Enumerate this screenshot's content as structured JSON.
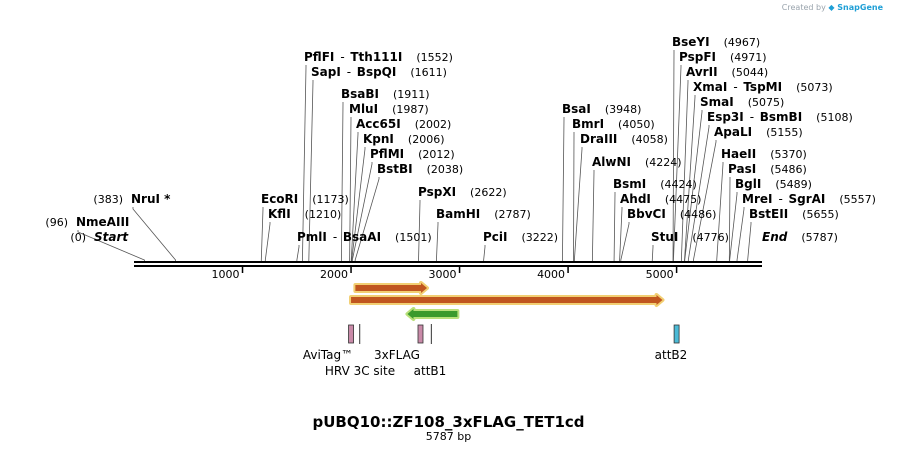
{
  "watermark": {
    "prefix": "Created by",
    "brand": "SnapGene"
  },
  "plasmid": {
    "name": "pUBQ10::ZF108_3xFLAG_TET1cd",
    "length_label": "5787 bp",
    "length": 5787
  },
  "ruler": {
    "ticks": [
      "1000",
      "2000",
      "3000",
      "4000",
      "5000"
    ]
  },
  "sites": [
    {
      "name": "Start",
      "pos_label": "(0)",
      "bp": 0,
      "italic": true
    },
    {
      "name": "NmeAIII",
      "pos_label": "(96)",
      "bp": 96
    },
    {
      "name": "NruI *",
      "pos_label": "(383)",
      "bp": 383
    },
    {
      "name": "EcoRI",
      "pos_label": "(1173)",
      "bp": 1173
    },
    {
      "name": "KflI",
      "pos_label": "(1210)",
      "bp": 1210
    },
    {
      "name": "PmlI",
      "name2": "BsaAI",
      "pos_label": "(1501)",
      "bp": 1501
    },
    {
      "name": "PflFI",
      "name2": "Tth111I",
      "pos_label": "(1552)",
      "bp": 1552
    },
    {
      "name": "SapI",
      "name2": "BspQI",
      "pos_label": "(1611)",
      "bp": 1611
    },
    {
      "name": "BsaBI",
      "pos_label": "(1911)",
      "bp": 1911
    },
    {
      "name": "MluI",
      "pos_label": "(1987)",
      "bp": 1987
    },
    {
      "name": "Acc65I",
      "pos_label": "(2002)",
      "bp": 2002
    },
    {
      "name": "KpnI",
      "pos_label": "(2006)",
      "bp": 2006
    },
    {
      "name": "PflMI",
      "pos_label": "(2012)",
      "bp": 2012
    },
    {
      "name": "BstBI",
      "pos_label": "(2038)",
      "bp": 2038
    },
    {
      "name": "PspXI",
      "pos_label": "(2622)",
      "bp": 2622
    },
    {
      "name": "BamHI",
      "pos_label": "(2787)",
      "bp": 2787
    },
    {
      "name": "PciI",
      "pos_label": "(3222)",
      "bp": 3222
    },
    {
      "name": "BsaI",
      "pos_label": "(3948)",
      "bp": 3948
    },
    {
      "name": "BmrI",
      "pos_label": "(4050)",
      "bp": 4050
    },
    {
      "name": "DraIII",
      "pos_label": "(4058)",
      "bp": 4058
    },
    {
      "name": "AlwNI",
      "pos_label": "(4224)",
      "bp": 4224
    },
    {
      "name": "BsmI",
      "pos_label": "(4424)",
      "bp": 4424
    },
    {
      "name": "AhdI",
      "pos_label": "(4475)",
      "bp": 4475
    },
    {
      "name": "BbvCI",
      "pos_label": "(4486)",
      "bp": 4486
    },
    {
      "name": "StuI",
      "pos_label": "(4776)",
      "bp": 4776
    },
    {
      "name": "BseYI",
      "pos_label": "(4967)",
      "bp": 4967
    },
    {
      "name": "PspFI",
      "pos_label": "(4971)",
      "bp": 4971
    },
    {
      "name": "AvrII",
      "pos_label": "(5044)",
      "bp": 5044
    },
    {
      "name": "XmaI",
      "name2": "TspMI",
      "pos_label": "(5073)",
      "bp": 5073
    },
    {
      "name": "SmaI",
      "pos_label": "(5075)",
      "bp": 5075
    },
    {
      "name": "Esp3I",
      "name2": "BsmBI",
      "pos_label": "(5108)",
      "bp": 5108
    },
    {
      "name": "ApaLI",
      "pos_label": "(5155)",
      "bp": 5155
    },
    {
      "name": "HaeII",
      "pos_label": "(5370)",
      "bp": 5370
    },
    {
      "name": "PasI",
      "pos_label": "(5486)",
      "bp": 5486
    },
    {
      "name": "BglI",
      "pos_label": "(5489)",
      "bp": 5489
    },
    {
      "name": "MreI",
      "name2": "SgrAI",
      "pos_label": "(5557)",
      "bp": 5557
    },
    {
      "name": "BstEII",
      "pos_label": "(5655)",
      "bp": 5655
    },
    {
      "name": "End",
      "pos_label": "(5787)",
      "bp": 5787,
      "italic": true
    }
  ],
  "features": [
    {
      "type": "arrow",
      "start": 2040,
      "end": 2700,
      "dir": "forward",
      "color": "#c0561f",
      "outline": "#f2cf72"
    },
    {
      "type": "arrow",
      "start": 2000,
      "end": 4870,
      "dir": "forward",
      "color": "#c0561f",
      "outline": "#f2cf72"
    },
    {
      "type": "arrow",
      "start": 2520,
      "end": 2980,
      "dir": "reverse",
      "color": "#3a9a2c",
      "outline": "#b9e07a"
    }
  ],
  "markers": [
    {
      "label": "AviTag™",
      "bp": 2000,
      "color": "#c98aa8"
    },
    {
      "label": "HRV 3C site",
      "bp": 2080,
      "color": "#ffffff"
    },
    {
      "label": "3xFLAG",
      "bp": 2640,
      "color": "#c98aa8"
    },
    {
      "label": "attB1",
      "bp": 2740,
      "color": "#ffffff"
    },
    {
      "label": "attB2",
      "bp": 5000,
      "color": "#4bbad6"
    }
  ],
  "colors": {
    "line": "#000000",
    "leader": "#555555",
    "tick": "#000000"
  }
}
